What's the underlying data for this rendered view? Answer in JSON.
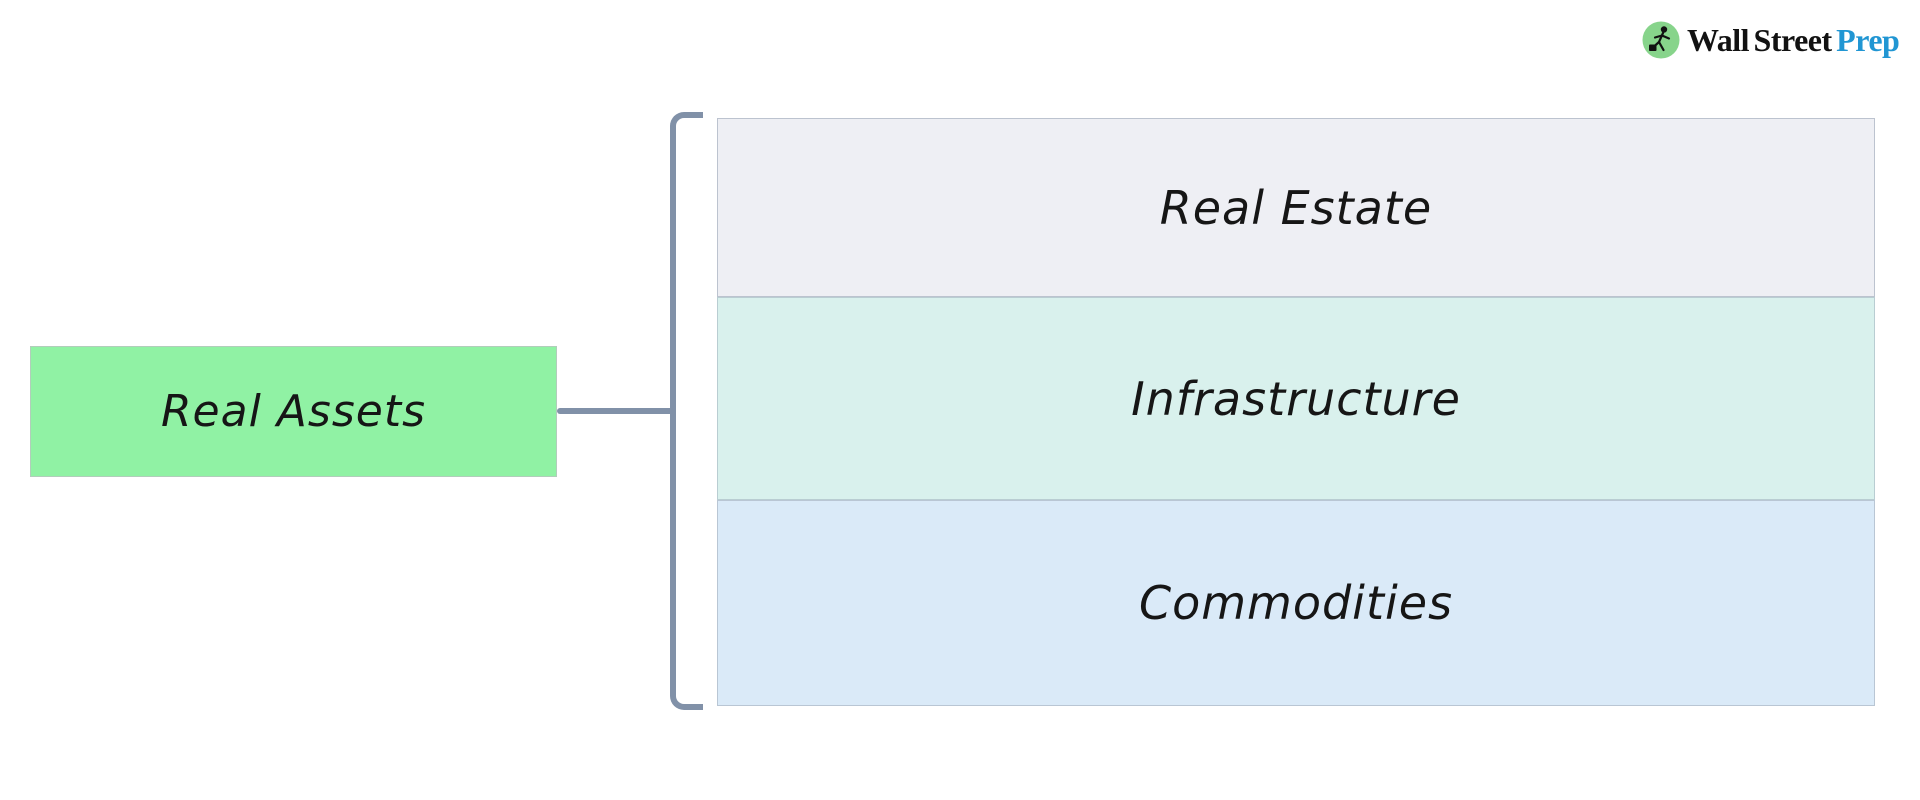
{
  "logo": {
    "brand_black": "Wall Street",
    "brand_accent": "Prep",
    "accent_color": "#2196d3",
    "icon": "runner-with-briefcase-icon",
    "icon_bg_color": "#87d48b"
  },
  "diagram": {
    "root": {
      "label": "Real Assets",
      "fill_color": "#90f2a4"
    },
    "children": [
      {
        "label": "Real Estate",
        "fill_color": "#eeeff4"
      },
      {
        "label": "Infrastructure",
        "fill_color": "#d9f1ed"
      },
      {
        "label": "Commodities",
        "fill_color": "#daeaf8"
      }
    ],
    "connector_color": "#8191a8"
  }
}
